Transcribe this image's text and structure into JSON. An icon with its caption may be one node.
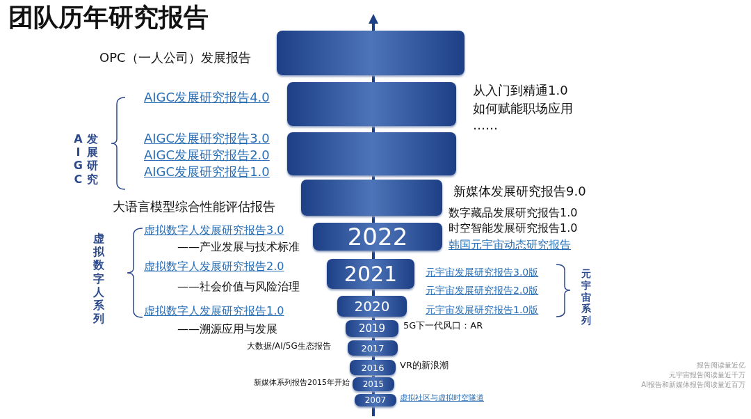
{
  "diagram": {
    "title": "团队历年研究报告",
    "nodes": [
      {
        "text": [],
        "shape": "bar"
      },
      {
        "text": [],
        "shape": "bar"
      },
      {
        "text": [],
        "shape": "bar"
      },
      {
        "text": [],
        "shape": "bar"
      },
      {
        "text": [
          "2022"
        ]
      },
      {
        "text": [
          "2021"
        ]
      },
      {
        "text": [
          "2020"
        ]
      },
      {
        "text": [
          "2019"
        ]
      },
      {
        "text": [
          "2017"
        ]
      },
      {
        "text": [
          "2016"
        ]
      },
      {
        "text": [
          "2015"
        ]
      },
      {
        "text": [
          "2007"
        ]
      }
    ],
    "labels": [
      "OPC（一人公司）发展报告",
      "AIGC发展研究报告4.0",
      "从入门到精通1.0",
      "如何赋能职场应用",
      "……",
      "AIGC发展研究报告3.0",
      "AIGC发展研究报告2.0",
      "AIGC发展研究报告1.0",
      "AIGC",
      "发展研究",
      "新媒体发展研究报告9.0",
      "大语言模型综合性能评估报告",
      "数字藏品发展研究报告1.0",
      "虚拟数字人发展研究报告3.0",
      "时空智能发展研究报告1.0",
      "——产业发展与技术标准",
      "韩国元宇宙动态研究报告",
      "虚拟数字人系列",
      "虚拟数字人发展研究报告2.0",
      "元宇宙发展研究报告3.0版",
      "元宇宙发展研究报告2.0版",
      "元宇宙系列",
      "——社会价值与风险治理",
      "虚拟数字人发展研究报告1.0",
      "元宇宙发展研究报告1.0版",
      "——溯源应用与发展",
      "5G下一代风口：AR",
      "大数据/AI/5G生态报告",
      "VR的新浪潮",
      "新媒体系列报告2015年开始",
      "虚拟社区与虚拟时空隧道",
      "报告阅读量近亿",
      "元宇宙报告阅读量近千万",
      "AI报告和新媒体报告阅读量近百万"
    ]
  }
}
